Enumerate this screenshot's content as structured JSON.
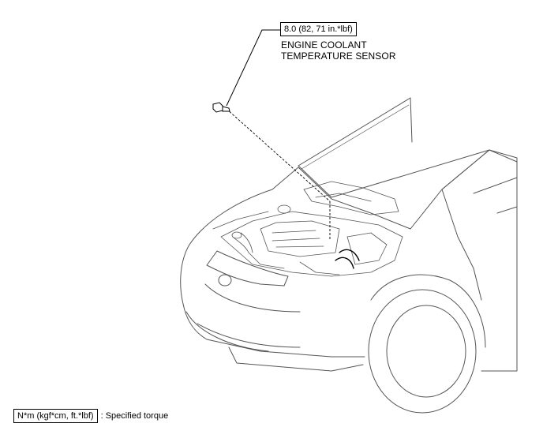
{
  "callout": {
    "torque": "8.0 (82, 71 in.*lbf)",
    "part_name_line1": "ENGINE COOLANT",
    "part_name_line2": "TEMPERATURE SENSOR"
  },
  "legend": {
    "box_text": "N*m (kgf*cm, ft.*lbf)",
    "description": ": Specified torque"
  }
}
